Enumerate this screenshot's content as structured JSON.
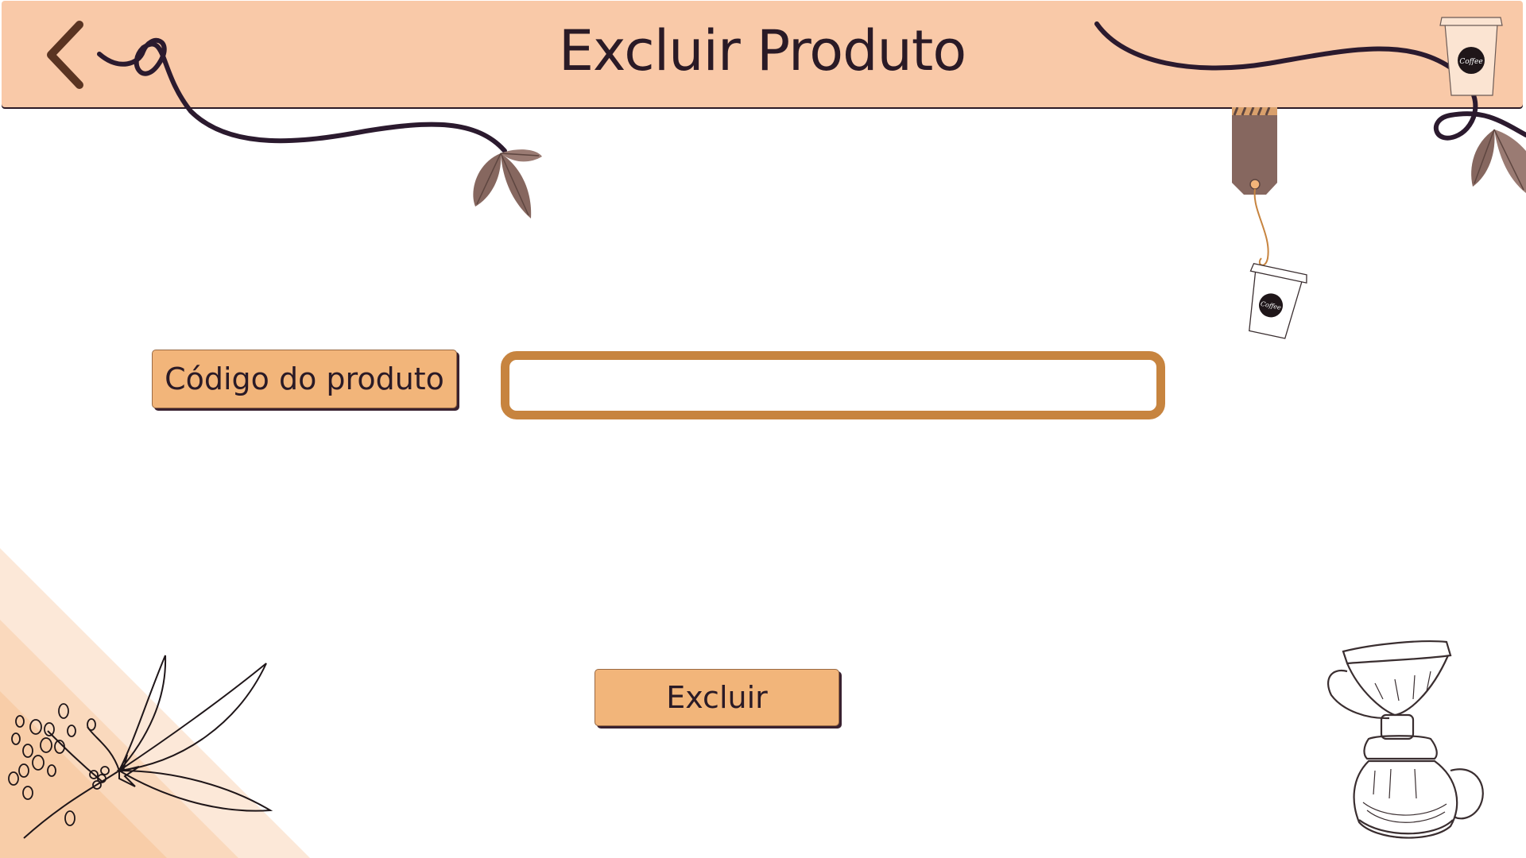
{
  "header": {
    "title": "Excluir Produto",
    "back_icon": "chevron-left-icon"
  },
  "form": {
    "code_label": "Código do produto",
    "code_value": "",
    "code_placeholder": "",
    "delete_label": "Excluir"
  },
  "decorations": {
    "cup_logo_text": "Coffee",
    "icons": [
      "swirl-line-icon",
      "coffee-leaves-icon",
      "hanging-tag-icon",
      "coffee-cup-icon",
      "coffee-branch-icon",
      "pour-over-coffee-maker-icon"
    ]
  },
  "colors": {
    "header_bg": "#f9c9a8",
    "button_bg": "#f2b57a",
    "input_border": "#c7843f",
    "text_dark": "#2a1a26",
    "tag": "#86675f"
  }
}
